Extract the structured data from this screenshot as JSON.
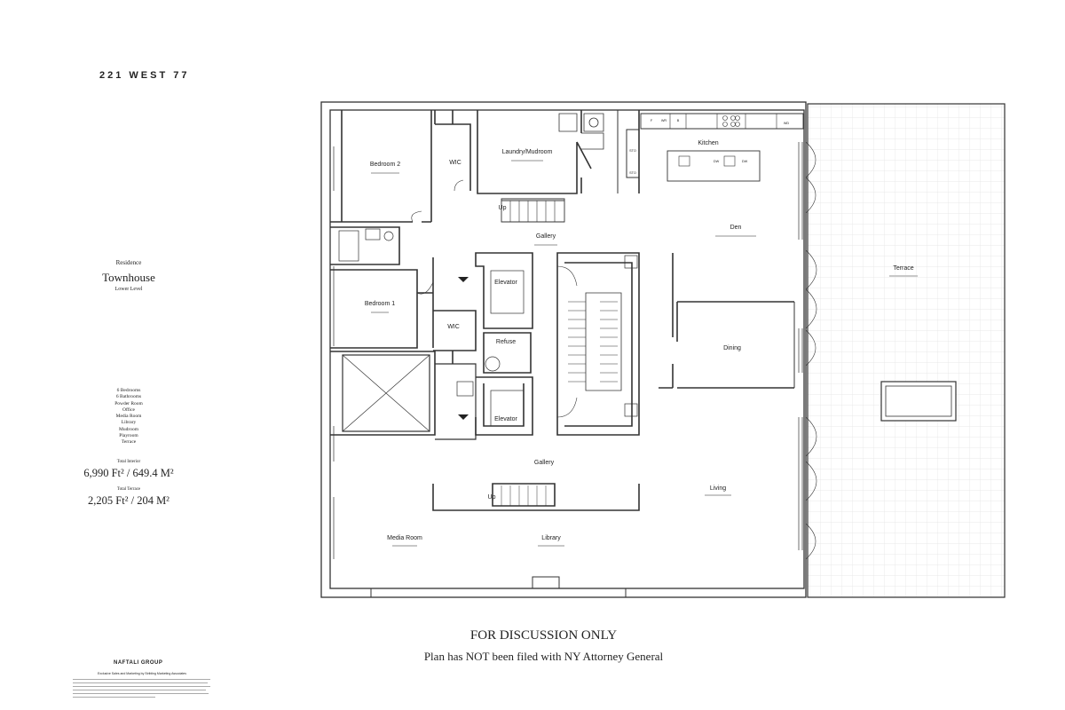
{
  "header": {
    "title": "221 WEST 77"
  },
  "residence": {
    "label": "Residence",
    "name": "Townhouse",
    "level": "Lower Level"
  },
  "amenities": [
    "6 Bedrooms",
    "6 Bathrooms",
    "Powder Room",
    "Office",
    "Media Room",
    "Library",
    "Mudroom",
    "Playroom",
    "Terrace"
  ],
  "areas": {
    "interior_label": "Total Interior",
    "interior_value": "6,990 Ft² / 649.4 M²",
    "terrace_label": "Total Terrace",
    "terrace_value": "2,205 Ft² / 204 M²"
  },
  "footer": {
    "logo": "NAFTALI GROUP",
    "sales": "Exclusive Sales and Marketing by Stribling Marketing Associates"
  },
  "notice": {
    "line1": "FOR DISCUSSION ONLY",
    "line2": "Plan has NOT been filed with NY Attorney General"
  },
  "plan": {
    "rooms": {
      "bedroom2": "Bedroom 2",
      "wic_top": "WIC",
      "laundry": "Laundry/Mudroom",
      "kitchen": "Kitchen",
      "den": "Den",
      "terrace": "Terrace",
      "gallery_top": "Gallery",
      "up_top": "Up",
      "elevator_top": "Elevator",
      "bedroom1": "Bedroom 1",
      "wic_mid": "WIC",
      "refuse": "Refuse",
      "dining": "Dining",
      "elevator_bottom": "Elevator",
      "gallery_bottom": "Gallery",
      "up_bottom": "Up",
      "living": "Living",
      "media_room": "Media Room",
      "library": "Library"
    },
    "appliances": {
      "fridge": "F",
      "wine": "WR",
      "freezer": "B",
      "washer_dryer": "WD",
      "dishwasher_a": "DW",
      "dishwasher_b": "DW",
      "storage_a": "STO",
      "storage_b": "STO"
    }
  }
}
